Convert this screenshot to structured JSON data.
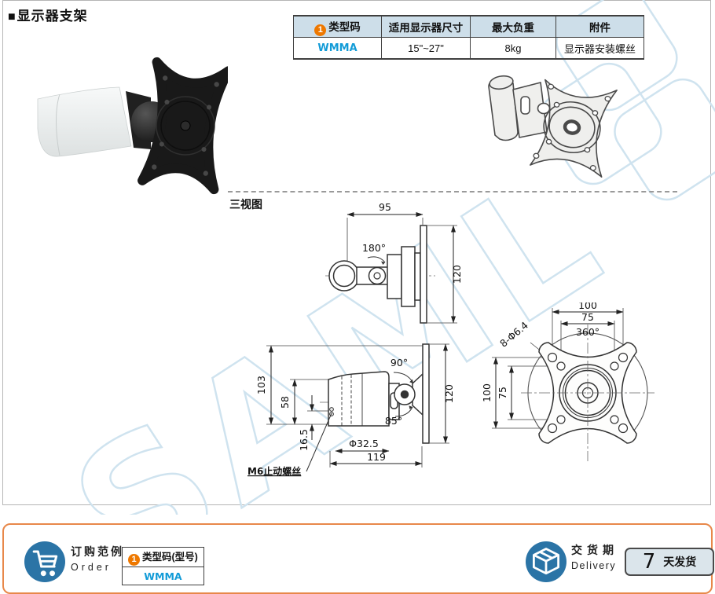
{
  "page": {
    "title_bullet": "■",
    "title": "显示器支架",
    "section_label": "三视图",
    "watermark_text": "SAML"
  },
  "colors": {
    "accent_orange": "#ee7800",
    "footer_border_orange": "#e8884a",
    "table_header_bg": "#cddee9",
    "code_blue": "#129bd7",
    "icon_circle_blue": "#2b74a6",
    "watermark_blue": "#cfe3ef"
  },
  "spec_table": {
    "headers": [
      {
        "badge": "1",
        "label": "类型码"
      },
      {
        "label": "适用显示器尺寸"
      },
      {
        "label": "最大负重"
      },
      {
        "label": "附件"
      }
    ],
    "row": {
      "type_code": "WMMA",
      "monitor_size": "15\"~27\"",
      "max_load": "8kg",
      "accessories": "显示器安装螺丝"
    }
  },
  "drawings": {
    "top_view": {
      "arm_length": "95",
      "plate_height": "120",
      "swivel_angle": "180°"
    },
    "side_view": {
      "total_height": "103",
      "arm_height": "58",
      "screw_offset": "16.5",
      "tilt_up": "90°",
      "tilt_down": "85°",
      "tube_diameter": "Φ32.5",
      "total_depth": "119",
      "plate_height": "120",
      "screw_callout": "M6止动螺丝"
    },
    "front_view": {
      "plate_width": "100",
      "hole_pitch_h": "75",
      "rotation": "360°",
      "hole_callout": "8-Φ6.4",
      "plate_height": "100",
      "hole_pitch_v": "75"
    }
  },
  "footer": {
    "order": {
      "label_cn": "订购范例",
      "label_en": "Order",
      "code_badge": "1",
      "code_header": "类型码(型号)",
      "code_value": "WMMA"
    },
    "delivery": {
      "label_cn": "交货期",
      "label_en": "Delivery",
      "lead_number": "7",
      "lead_unit": "天发货"
    }
  }
}
